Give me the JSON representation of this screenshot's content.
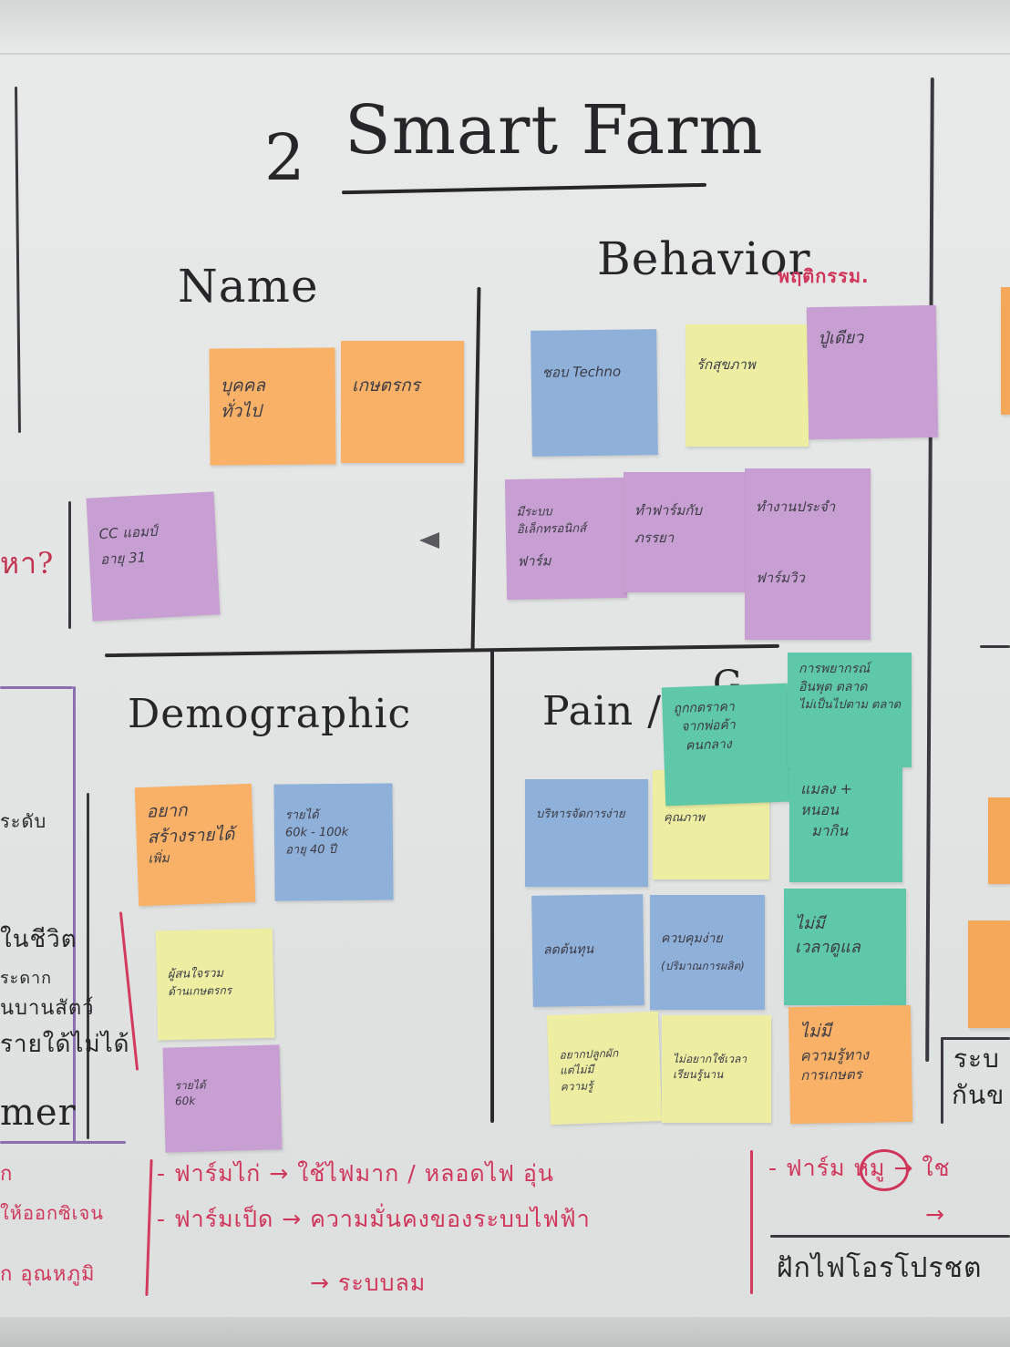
{
  "board": {
    "title_number": "2",
    "title": "Smart Farm",
    "sections": {
      "name": "Name",
      "behavior": "Behavior",
      "behavior_thai": "พฤติกรรม.",
      "demographic": "Demographic",
      "pain": "Pain / ",
      "pain_partial": "G"
    },
    "left_edge": {
      "question": "หา?",
      "level": "ระดับ",
      "life": "ในชีวิต",
      "t1": "ระดาก",
      "t2": "นบานสัตว์",
      "t3": "รายใด้ไม่ได้",
      "t4": "mer",
      "t5": "ก",
      "t6": "ให้ออกซิเจน",
      "t7": "ก อุณหภูมิ"
    },
    "right_edge": {
      "r1": "ระบ",
      "r2": "กันข"
    }
  },
  "notes": {
    "name": [
      {
        "line1": "บุคคล",
        "line2": "ทั่วไป"
      },
      {
        "line1": "เกษตรกร",
        "line2": ""
      }
    ],
    "name_extra": {
      "line1": "CC แอมป์",
      "line2": "อายุ 31"
    },
    "behavior": [
      {
        "line1": "ชอบ Techno",
        "line2": ""
      },
      {
        "line1": "รักสุขภาพ",
        "line2": ""
      },
      {
        "line1": "ปู่เดียว",
        "line2": ""
      },
      {
        "line1": "มีระบบอิเล็กทรอนิกส์",
        "line2": "ฟาร์ม"
      },
      {
        "line1": "ทำฟาร์มกับ",
        "line2": "ภรรยา"
      },
      {
        "line1": "ทำงานประจำ",
        "line2": "ฟาร์มวิว"
      }
    ],
    "demographic": [
      {
        "line1": "อยาก",
        "line2": "สร้างรายได้",
        "line3": "เพิ่ม"
      },
      {
        "line1": "รายได้",
        "line2": "60k - 100k",
        "line3": "อายุ 40 ปี"
      },
      {
        "line1": "ผู้สนใจรวม",
        "line2": "ด้านเกษตรกร",
        "line3": ""
      },
      {
        "line1": "รายได้",
        "line2": "60k",
        "line3": ""
      }
    ],
    "pain": [
      {
        "line1": "ถูกกดราคา",
        "line2": "จากพ่อค้า",
        "line3": "คนกลาง"
      },
      {
        "line1": "การพยากรณ์",
        "line2": "อินพุต ตลาด",
        "line3": "ไม่เป็นไปตาม ตลาด"
      },
      {
        "line1": "บริหารจัดการง่าย",
        "line2": "",
        "line3": ""
      },
      {
        "line1": "คุณภาพ",
        "line2": "",
        "line3": ""
      },
      {
        "line1": "แมลง +",
        "line2": "หนอน",
        "line3": "มากิน"
      },
      {
        "line1": "ลดต้นทุน",
        "line2": "",
        "line3": ""
      },
      {
        "line1": "ควบคุมง่าย",
        "line2": "(ปริมาณการผลิต)",
        "line3": ""
      },
      {
        "line1": "ไม่มี",
        "line2": "เวลาดูแล",
        "line3": ""
      },
      {
        "line1": "อยากปลูกผัก",
        "line2": "แต่ไม่มี",
        "line3": "ความรู้"
      },
      {
        "line1": "ไม่อยากใช้เวลา",
        "line2": "เรียนรู้นาน",
        "line3": ""
      },
      {
        "line1": "ไม่มี",
        "line2": "ความรู้ทาง",
        "line3": "การเกษตร"
      }
    ]
  },
  "bottom_notes": {
    "left": [
      "- ฟาร์มไก่ → ใช้ไฟมาก / หลอดไฟ อุ่น",
      "- ฟาร์มเป็ด → ความมั่นคงของระบบไฟฟ้า",
      "→ ระบบลม"
    ],
    "right": [
      "- ฟาร์ม หมู → ใช",
      "→",
      "ฝักไฟโอรโปรชต"
    ],
    "circled_word": "หมู"
  },
  "colors": {
    "marker_black": "#262629",
    "marker_red": "#d0365b",
    "orange_note": "#f9b167",
    "blue_note": "#8fb0d8",
    "yellow_note": "#eeeea3",
    "purple_note": "#c89fd2",
    "teal_note": "#5fc8a8"
  }
}
